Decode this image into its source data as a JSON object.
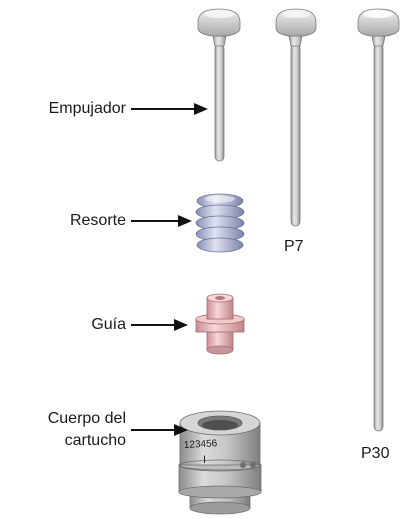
{
  "labels": {
    "pusher": "Empujador",
    "spring": "Resorte",
    "guide": "Guía",
    "body_line1": "Cuerpo del",
    "body_line2": "cartucho",
    "p7": "P7",
    "p30": "P30"
  },
  "body_engraving": {
    "digits": "123456",
    "mark": "I"
  },
  "colors": {
    "metal": "#c8c8c8",
    "spring": "#b4bad8",
    "guide": "#eab8bd",
    "arrow": "#111111",
    "text": "#1a1a1a"
  }
}
